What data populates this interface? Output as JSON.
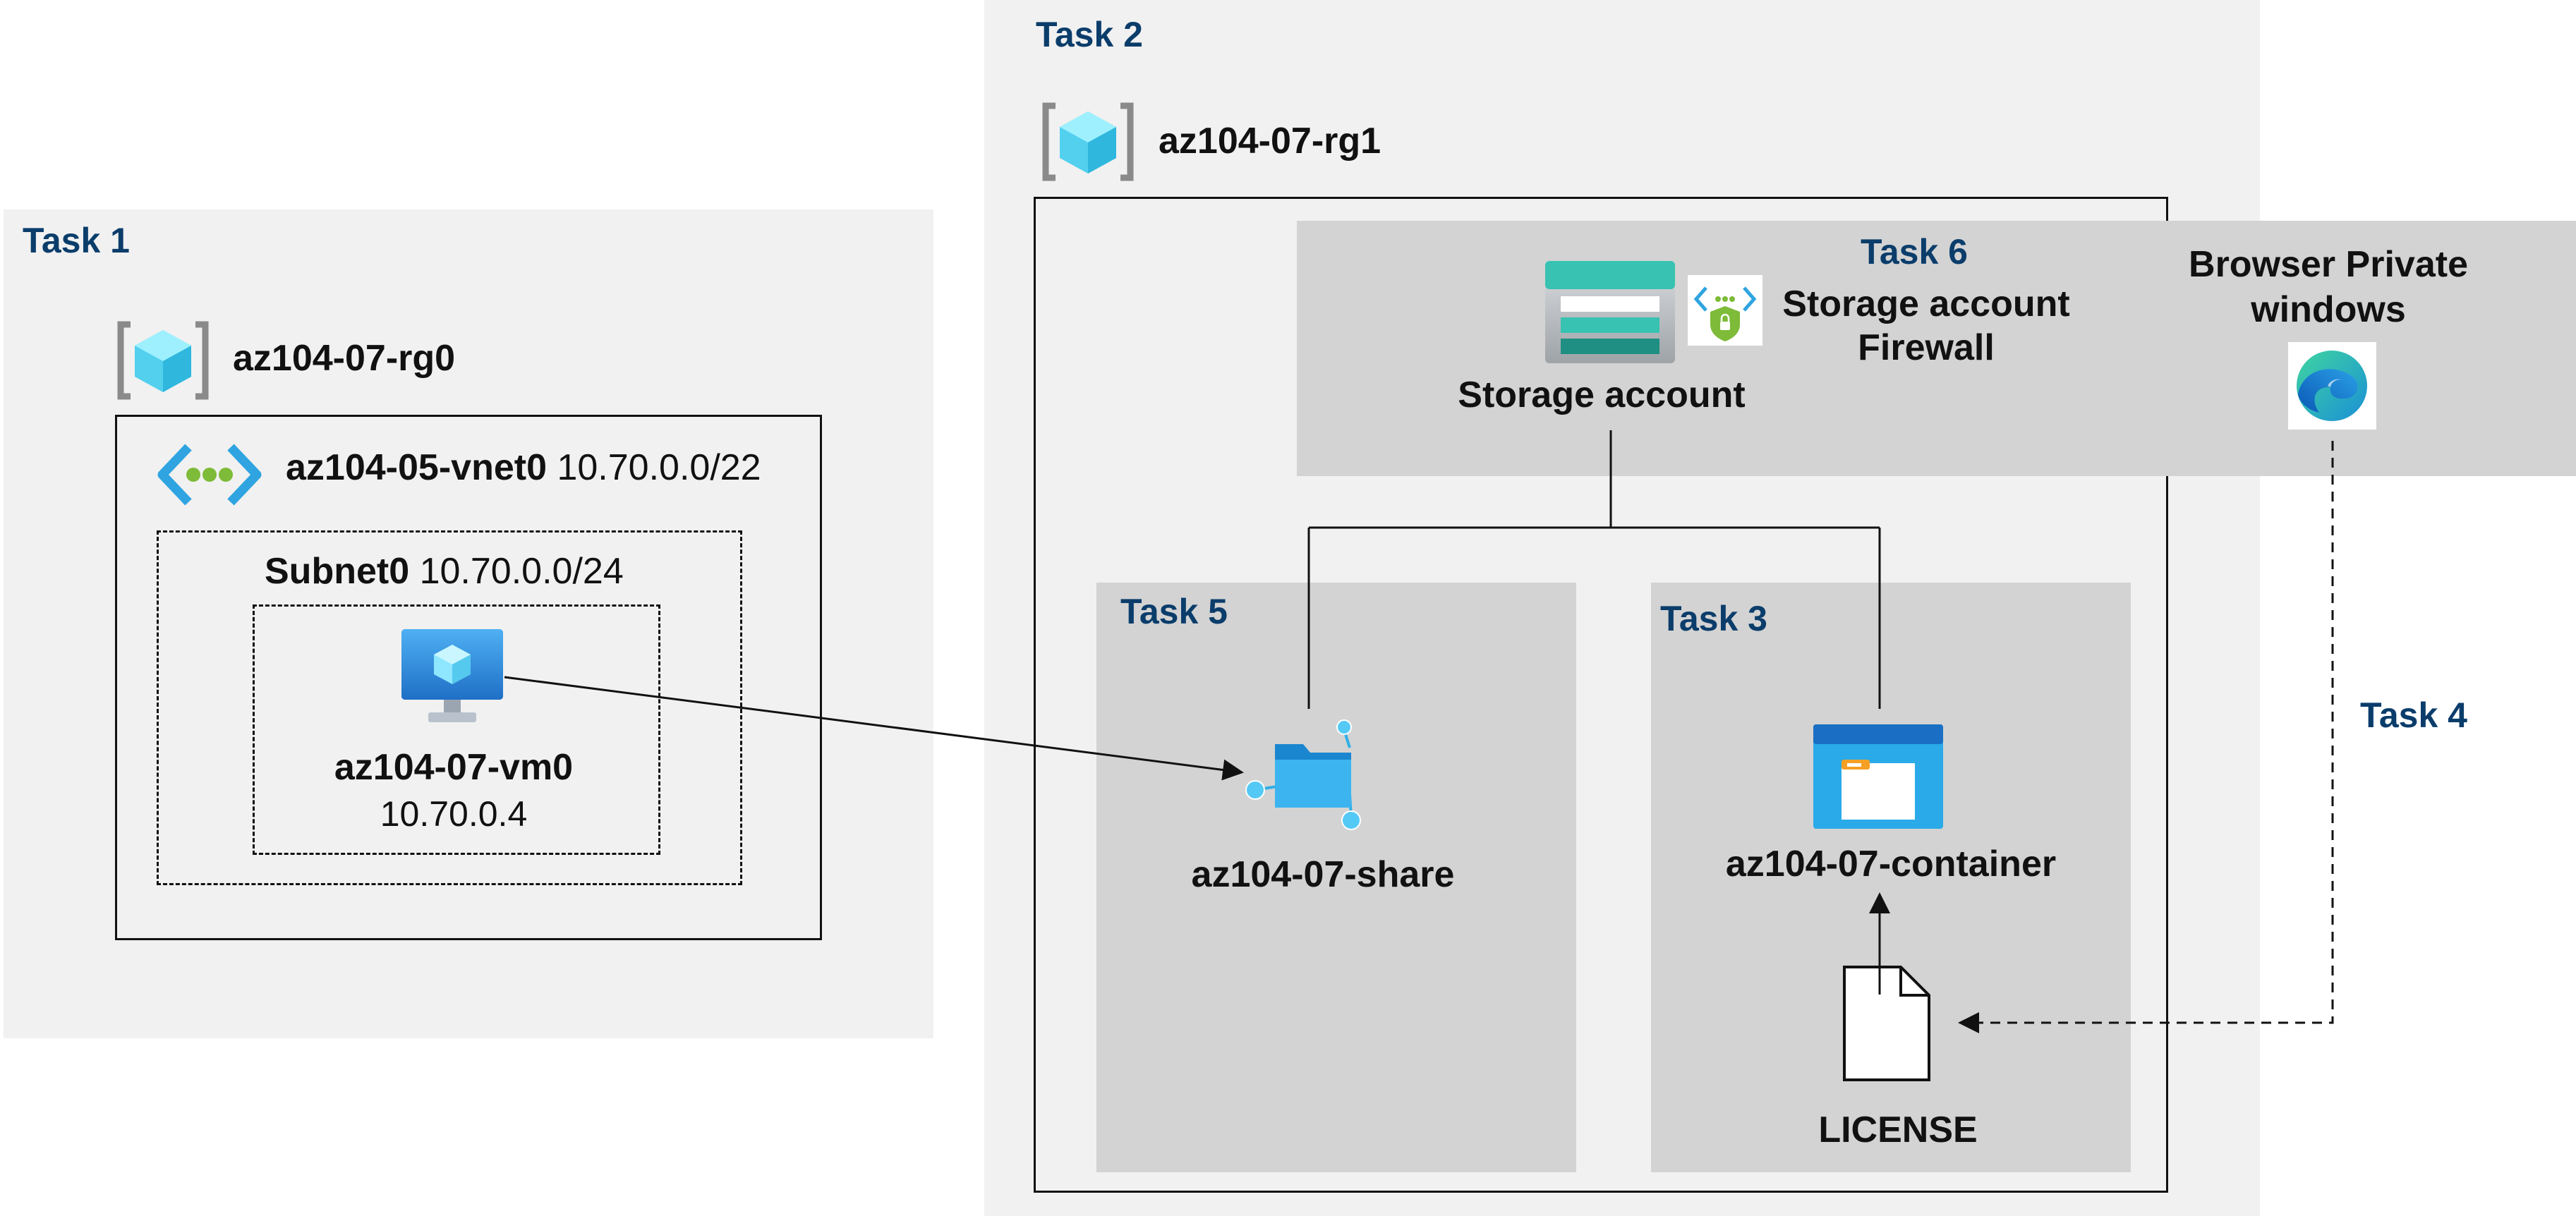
{
  "task1": {
    "title": "Task 1",
    "resource_group": "az104-07-rg0",
    "vnet": {
      "name": "az104-05-vnet0",
      "cidr": "10.70.0.0/22"
    },
    "subnet": {
      "name": "Subnet0",
      "cidr": "10.70.0.0/24"
    },
    "vm": {
      "name": "az104-07-vm0",
      "ip": "10.70.0.4"
    }
  },
  "task2": {
    "title": "Task 2",
    "resource_group": "az104-07-rg1"
  },
  "task6": {
    "title": "Task 6",
    "firewall_label_line1": "Storage account",
    "firewall_label_line2": "Firewall",
    "storage_account_label": "Storage account",
    "browser_label_line1": "Browser Private",
    "browser_label_line2": "windows"
  },
  "task5": {
    "title": "Task 5",
    "share_label": "az104-07-share"
  },
  "task3": {
    "title": "Task 3",
    "container_label": "az104-07-container",
    "file_label": "LICENSE"
  },
  "task4": {
    "title": "Task 4"
  },
  "icons": {
    "resource_group": "resource-group-icon",
    "vnet": "virtual-network-icon",
    "vm": "virtual-machine-icon",
    "storage": "storage-account-icon",
    "firewall": "storage-firewall-icon",
    "browser": "edge-browser-icon",
    "share": "file-share-icon",
    "container": "blob-container-icon",
    "file": "document-icon"
  }
}
